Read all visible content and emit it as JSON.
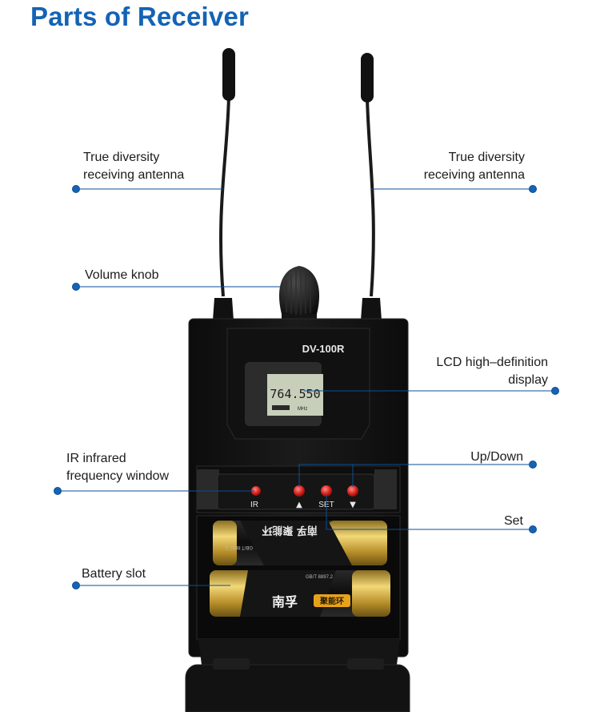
{
  "title": "Parts of Receiver",
  "colors": {
    "accent": "#1463b4",
    "device": "#141414",
    "leader": "#0b4f93"
  },
  "device": {
    "model": "DV-100R",
    "lcd_reading": "764.550",
    "lcd_unit": "MHz",
    "buttons": {
      "ir": "IR",
      "set": "SET",
      "up": "▲",
      "down": "▼"
    },
    "battery_top_brand": "南孚 聚能环",
    "battery_top_code": "GB/T 8897.2",
    "battery_bottom_brand": "南孚",
    "battery_bottom_ring": "聚能环",
    "battery_bottom_code": "GB/T 8897.2"
  },
  "labels": {
    "antenna_left": [
      "True diversity",
      "receiving antenna"
    ],
    "antenna_right": [
      "True diversity",
      "receiving antenna"
    ],
    "volume_knob": "Volume knob",
    "lcd": [
      "LCD high–definition",
      "display"
    ],
    "ir": [
      "IR infrared",
      "frequency window"
    ],
    "up_down": "Up/Down",
    "set": "Set",
    "battery_slot": "Battery slot"
  }
}
